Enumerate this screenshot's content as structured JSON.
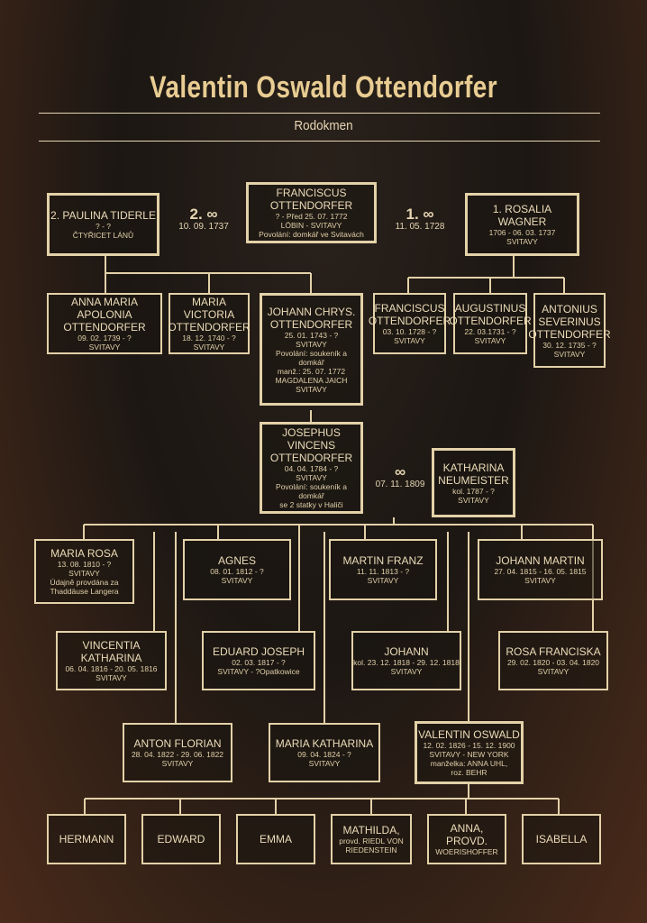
{
  "title": "Valentin Oswald Ottendorfer",
  "subtitle": "Rodokmen",
  "marriages": {
    "left": {
      "symbol": "2. ∞",
      "date": "10. 09. 1737"
    },
    "right": {
      "symbol": "1. ∞",
      "date": "11. 05. 1728"
    },
    "josephus": {
      "symbol": "∞",
      "date": "07. 11. 1809"
    }
  },
  "people": {
    "franciscus_sr": {
      "name": "FRANCISCUS OTTENDORFER",
      "details": [
        "? - Před 25. 07. 1772",
        "LÖBIN - SVITAVY",
        "Povolání: domkář ve Svitavách"
      ]
    },
    "paulina": {
      "name": "2. PAULINA TIDERLE",
      "details": [
        "? - ?",
        "ČTYŘICET LÁNŮ"
      ]
    },
    "rosalia": {
      "name": "1. ROSALIA WAGNER",
      "details": [
        "1706 - 06. 03. 1737",
        "SVITAVY"
      ]
    },
    "anna_maria": {
      "name": "ANNA MARIA APOLONIA OTTENDORFER",
      "details": [
        "09. 02. 1739 - ?",
        "SVITAVY"
      ]
    },
    "maria_victoria": {
      "name": "MARIA VICTORIA OTTENDORFER",
      "details": [
        "18. 12. 1740 - ?",
        "SVITAVY"
      ]
    },
    "johann_chrys": {
      "name": "JOHANN CHRYS. OTTENDORFER",
      "details": [
        "25. 01. 1743 - ?",
        "SVITAVY",
        "Povolání: soukeník a domkář",
        "manž.: 25. 07. 1772",
        "MAGDALENA JAICH",
        "SVITAVY"
      ]
    },
    "franciscus_jr": {
      "name": "FRANCISCUS OTTENDORFER",
      "details": [
        "03. 10. 1728 - ?",
        "SVITAVY"
      ]
    },
    "augustinus": {
      "name": "AUGUSTINUS OTTENDORFER",
      "details": [
        "22. 03.1731 - ?",
        "SVITAVY"
      ]
    },
    "antonius": {
      "name": "ANTONIUS SEVERINUS OTTENDORFER",
      "details": [
        "30. 12. 1735 - ?",
        "SVITAVY"
      ]
    },
    "josephus": {
      "name": "JOSEPHUS VINCENS OTTENDORFER",
      "details": [
        "04. 04. 1784 - ?",
        "SVITAVY",
        "Povolání: soukeník a domkář",
        "se 2 statky v Haliči"
      ]
    },
    "katharina": {
      "name": "KATHARINA NEUMEISTER",
      "details": [
        "kol. 1787 - ?",
        "SVITAVY"
      ]
    },
    "maria_rosa": {
      "name": "MARIA ROSA",
      "details": [
        "13. 08. 1810 - ?",
        "SVITAVY",
        "Údajně provdána za",
        "Thaddäuse Langera"
      ]
    },
    "agnes": {
      "name": "AGNES",
      "details": [
        "08. 01. 1812 - ?",
        "SVITAVY"
      ]
    },
    "martin_franz": {
      "name": "MARTIN FRANZ",
      "details": [
        "11. 11. 1813 - ?",
        "SVITAVY"
      ]
    },
    "johann_martin": {
      "name": "JOHANN MARTIN",
      "details": [
        "27. 04. 1815 - 16. 05. 1815",
        "SVITAVY"
      ]
    },
    "vincentia": {
      "name": "VINCENTIA KATHARINA",
      "details": [
        "06. 04. 1816 - 20. 05. 1816",
        "SVITAVY"
      ]
    },
    "eduard": {
      "name": "EDUARD JOSEPH",
      "details": [
        "02. 03. 1817 - ?",
        "SVITAVY - ?Opatkowice"
      ]
    },
    "johann": {
      "name": "JOHANN",
      "details": [
        "kol. 23. 12. 1818 - 29. 12. 1818",
        "SVITAVY"
      ]
    },
    "rosa_franciska": {
      "name": "ROSA FRANCISKA",
      "details": [
        "29. 02. 1820 - 03. 04. 1820",
        "SVITAVY"
      ]
    },
    "anton": {
      "name": "ANTON FLORIAN",
      "details": [
        "28. 04. 1822 - 29. 06. 1822",
        "SVITAVY"
      ]
    },
    "maria_katharina": {
      "name": "MARIA KATHARINA",
      "details": [
        "09. 04. 1824 - ?",
        "SVITAVY"
      ]
    },
    "valentin": {
      "name": "VALENTIN OSWALD",
      "details": [
        "12. 02. 1826 - 15. 12. 1900",
        "SVITAVY - NEW YORK",
        "manželka: ANNA UHL,",
        "roz. BEHR"
      ]
    },
    "hermann": {
      "name": "HERMANN",
      "details": []
    },
    "edward": {
      "name": "EDWARD",
      "details": []
    },
    "emma": {
      "name": "EMMA",
      "details": []
    },
    "mathilda": {
      "name": "MATHILDA,",
      "details": [
        "provd. RIEDL VON",
        "RIEDENSTEIN"
      ]
    },
    "anna": {
      "name": "ANNA, provd.",
      "details": [
        "WOERISHOFFER"
      ]
    },
    "isabella": {
      "name": "ISABELLA",
      "details": []
    }
  }
}
